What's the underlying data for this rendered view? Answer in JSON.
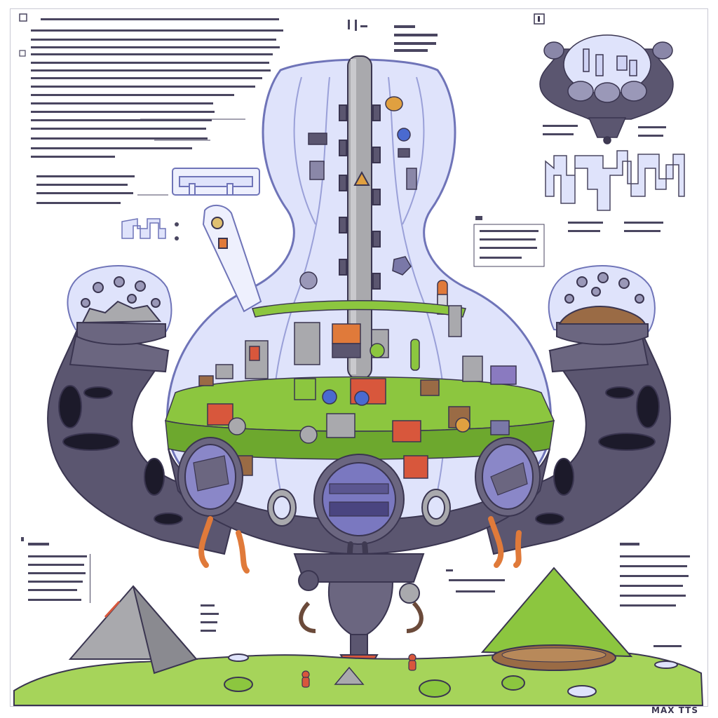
{
  "artwork": {
    "type": "illustrated cutaway poster",
    "signature": "MAX TTS",
    "corner_marker": "1",
    "colors": {
      "outline": "#3a3550",
      "glass": "#dfe3fb",
      "glass_stroke": "#6f74b8",
      "hull": "#5b5670",
      "hull_dark": "#3f3a52",
      "grass": "#8cc63f",
      "grass_dark": "#6da82e",
      "ground": "#a6d45a",
      "pyramid_gray": "#a9a9ad",
      "accent_orange": "#e07a3a",
      "accent_red": "#d8573c",
      "soil": "#9a6b45"
    }
  }
}
